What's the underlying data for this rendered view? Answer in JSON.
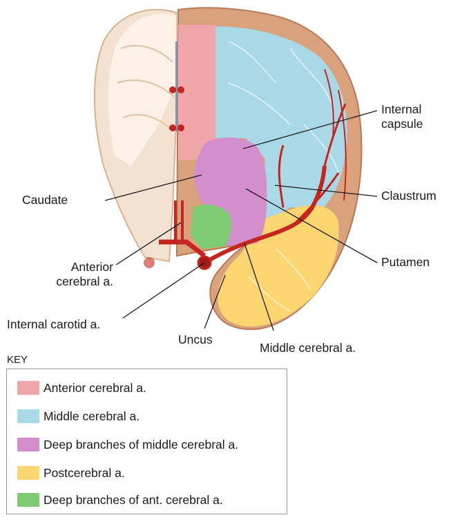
{
  "labels": {
    "internal_capsule": "Internal\ncapsule",
    "caudate": "Caudate",
    "claustrum": "Claustrum",
    "anterior_cerebral": "Anterior\ncerebral a.",
    "putamen": "Putamen",
    "internal_carotid": "Internal carotid a.",
    "uncus": "Uncus",
    "middle_cerebral": "Middle cerebral a."
  },
  "key": {
    "title": "KEY",
    "items": [
      {
        "label": "Anterior cerebral a.",
        "color": "#f0a5a8"
      },
      {
        "label": "Middle cerebral a.",
        "color": "#a9d8e6"
      },
      {
        "label": "Deep branches of middle cerebral a.",
        "color": "#d38fcc"
      },
      {
        "label": "Postcerebral a.",
        "color": "#fbd56f"
      },
      {
        "label": "Deep branches of ant. cerebral a.",
        "color": "#7ecb74"
      }
    ]
  },
  "colors": {
    "anterior": "#f0a5a8",
    "middle": "#a9d8e6",
    "deep_middle": "#d38fcc",
    "posterior": "#fbd56f",
    "deep_anterior": "#7ecb74",
    "vessel": "#c4261f",
    "cortex": "#d9a27c",
    "white_matter": "#f6e6d6"
  }
}
